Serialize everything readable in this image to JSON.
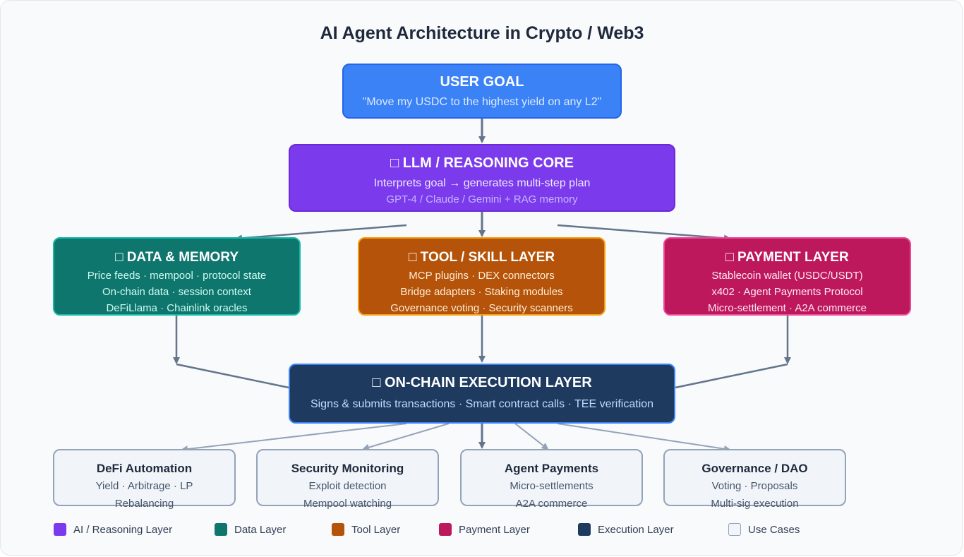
{
  "title": "AI Agent Architecture in Crypto / Web3",
  "user_goal": {
    "heading": "USER GOAL",
    "quote": "\"Move my USDC to the highest yield on any L2\""
  },
  "llm": {
    "heading": "□ LLM / REASONING CORE",
    "line1": "Interprets goal → generates multi-step plan",
    "line2": "GPT-4 / Claude / Gemini + RAG memory"
  },
  "data_layer": {
    "heading": "□ DATA & MEMORY",
    "lines": [
      "Price feeds · mempool · protocol state",
      "On-chain data · session context",
      "DeFiLlama · Chainlink oracles"
    ]
  },
  "tool_layer": {
    "heading": "□ TOOL / SKILL LAYER",
    "lines": [
      "MCP plugins · DEX connectors",
      "Bridge adapters · Staking modules",
      "Governance voting · Security scanners"
    ]
  },
  "payment_layer": {
    "heading": "□ PAYMENT LAYER",
    "lines": [
      "Stablecoin wallet (USDC/USDT)",
      "x402 · Agent Payments Protocol",
      "Micro-settlement · A2A commerce"
    ]
  },
  "execution_layer": {
    "heading": "□ ON-CHAIN EXECUTION LAYER",
    "line": "Signs & submits transactions · Smart contract calls · TEE verification"
  },
  "use_cases": [
    {
      "heading": "DeFi Automation",
      "lines": [
        "Yield · Arbitrage · LP",
        "Rebalancing"
      ]
    },
    {
      "heading": "Security Monitoring",
      "lines": [
        "Exploit detection",
        "Mempool watching"
      ]
    },
    {
      "heading": "Agent Payments",
      "lines": [
        "Micro-settlements",
        "A2A commerce"
      ]
    },
    {
      "heading": "Governance / DAO",
      "lines": [
        "Voting · Proposals",
        "Multi-sig execution"
      ]
    }
  ],
  "legend": [
    {
      "label": "AI / Reasoning Layer",
      "color": "#7c3aed"
    },
    {
      "label": "Data Layer",
      "color": "#0f766e"
    },
    {
      "label": "Tool Layer",
      "color": "#b45309"
    },
    {
      "label": "Payment Layer",
      "color": "#be185d"
    },
    {
      "label": "Execution Layer",
      "color": "#1e3a5f"
    },
    {
      "label": "Use Cases",
      "color": "#f1f5f9"
    }
  ],
  "colors": {
    "connector": "#64748b",
    "connector_light": "#94a3b8"
  }
}
